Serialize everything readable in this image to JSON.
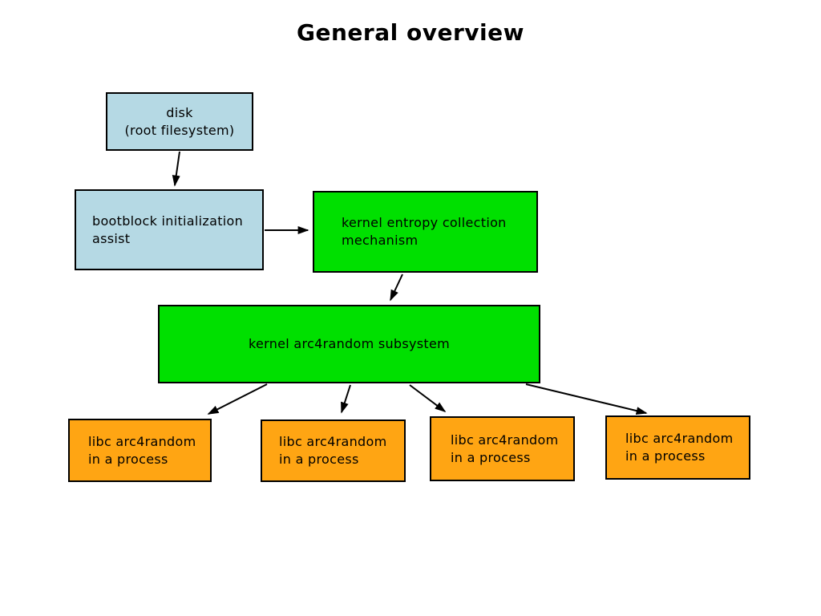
{
  "title": "General overview",
  "colors": {
    "background": "#ffffff",
    "box_blue": "#b5d9e4",
    "box_green": "#00e000",
    "box_orange": "#ffa513",
    "border": "#000000",
    "text": "#000000",
    "arrow": "#000000"
  },
  "nodes": {
    "disk": {
      "line1": "disk",
      "line2": "(root filesystem)"
    },
    "bootblock": {
      "line1": "bootblock initialization",
      "line2": "assist"
    },
    "entropy": {
      "line1": "kernel entropy collection",
      "line2": "mechanism"
    },
    "subsystem": {
      "label": "kernel arc4random subsystem"
    },
    "libc": [
      {
        "line1": "libc arc4random",
        "line2": "in a process"
      },
      {
        "line1": "libc arc4random",
        "line2": "in a process"
      },
      {
        "line1": "libc arc4random",
        "line2": "in a process"
      },
      {
        "line1": "libc arc4random",
        "line2": "in a process"
      }
    ]
  },
  "edges": [
    "disk to bootblock",
    "bootblock to entropy",
    "entropy to subsystem",
    "subsystem to libc 1",
    "subsystem to libc 2",
    "subsystem to libc 3",
    "subsystem to libc 4"
  ]
}
